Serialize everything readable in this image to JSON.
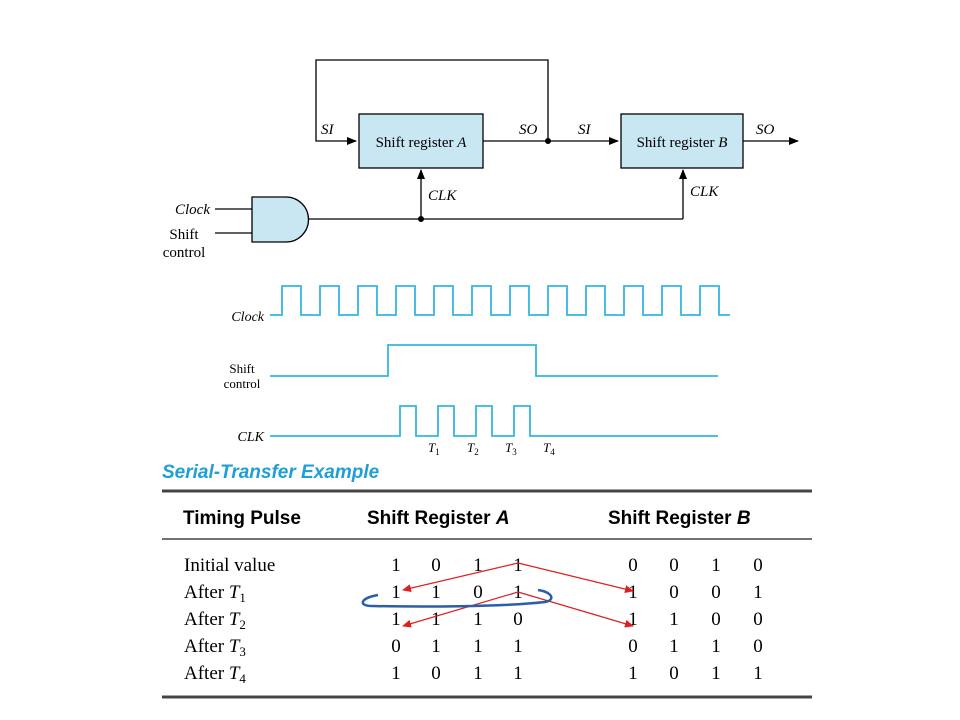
{
  "diagram": {
    "si_a": "SI",
    "so_a": "SO",
    "si_b": "SI",
    "so_b": "SO",
    "reg_a_prefix": "Shift register ",
    "reg_a_letter": "A",
    "reg_b_prefix": "Shift register ",
    "reg_b_letter": "B",
    "clk_a": "CLK",
    "clk_b": "CLK",
    "clock_input": "Clock",
    "shift_input_line1": "Shift",
    "shift_input_line2": "control"
  },
  "timing": {
    "clock_label": "Clock",
    "shift_label_line1": "Shift",
    "shift_label_line2": "control",
    "clk_label": "CLK",
    "clock_pulse_count": 12,
    "shift_active_from_pulse": 4,
    "shift_active_to_pulse": 7,
    "pulses": [
      {
        "letter": "T",
        "sub": "1"
      },
      {
        "letter": "T",
        "sub": "2"
      },
      {
        "letter": "T",
        "sub": "3"
      },
      {
        "letter": "T",
        "sub": "4"
      }
    ]
  },
  "table": {
    "title": "Serial-Transfer Example",
    "headers": {
      "col1": "Timing Pulse",
      "col2_prefix": "Shift Register ",
      "col2_letter": "A",
      "col3_prefix": "Shift Register ",
      "col3_letter": "B"
    },
    "rows": [
      {
        "label": "Initial value",
        "pulse": "",
        "pulse_sub": "",
        "a": [
          "1",
          "0",
          "1",
          "1"
        ],
        "b": [
          "0",
          "0",
          "1",
          "0"
        ]
      },
      {
        "label": "After ",
        "pulse": "T",
        "pulse_sub": "1",
        "a": [
          "1",
          "1",
          "0",
          "1"
        ],
        "b": [
          "1",
          "0",
          "0",
          "1"
        ]
      },
      {
        "label": "After ",
        "pulse": "T",
        "pulse_sub": "2",
        "a": [
          "1",
          "1",
          "1",
          "0"
        ],
        "b": [
          "1",
          "1",
          "0",
          "0"
        ]
      },
      {
        "label": "After ",
        "pulse": "T",
        "pulse_sub": "3",
        "a": [
          "0",
          "1",
          "1",
          "1"
        ],
        "b": [
          "0",
          "1",
          "1",
          "0"
        ]
      },
      {
        "label": "After ",
        "pulse": "T",
        "pulse_sub": "4",
        "a": [
          "1",
          "0",
          "1",
          "1"
        ],
        "b": [
          "1",
          "0",
          "1",
          "1"
        ]
      }
    ]
  },
  "colors": {
    "register_fill": "#c9e6f3",
    "waveform": "#35b6e0",
    "table_rule": "#444444",
    "table_title": "#1f9fd4",
    "annotation_arrow": "#e02020",
    "annotation_loop": "#2a5fa8"
  }
}
